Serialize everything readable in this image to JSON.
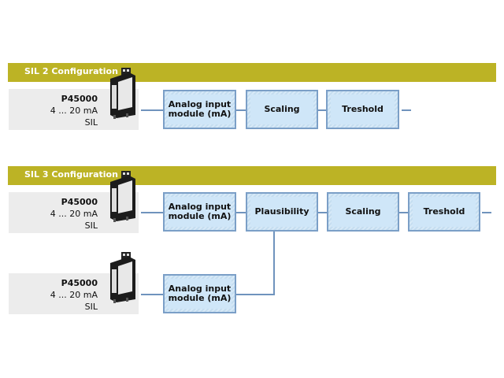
{
  "sections": [
    {
      "title": "SIL 2 Configuration",
      "device": {
        "model": "P45000",
        "range": "4 ... 20 mA",
        "type": "SIL"
      },
      "chain": [
        "Analog input module (mA)",
        "Scaling",
        "Treshold"
      ]
    },
    {
      "title": "SIL 3 Configuration",
      "device": {
        "model": "P45000",
        "range": "4 ... 20 mA",
        "type": "SIL"
      },
      "chain": [
        "Analog input module (mA)",
        "Plausibility",
        "Scaling",
        "Treshold"
      ],
      "second_device": {
        "model": "P45000",
        "range": "4 ... 20 mA",
        "type": "SIL"
      },
      "second_chain": [
        "Analog input module (mA)"
      ]
    }
  ],
  "colors": {
    "band": "#bcb325",
    "box_border": "#7b9fc7",
    "box_fill": "#cfe6f8",
    "connector": "#6f93bd"
  }
}
